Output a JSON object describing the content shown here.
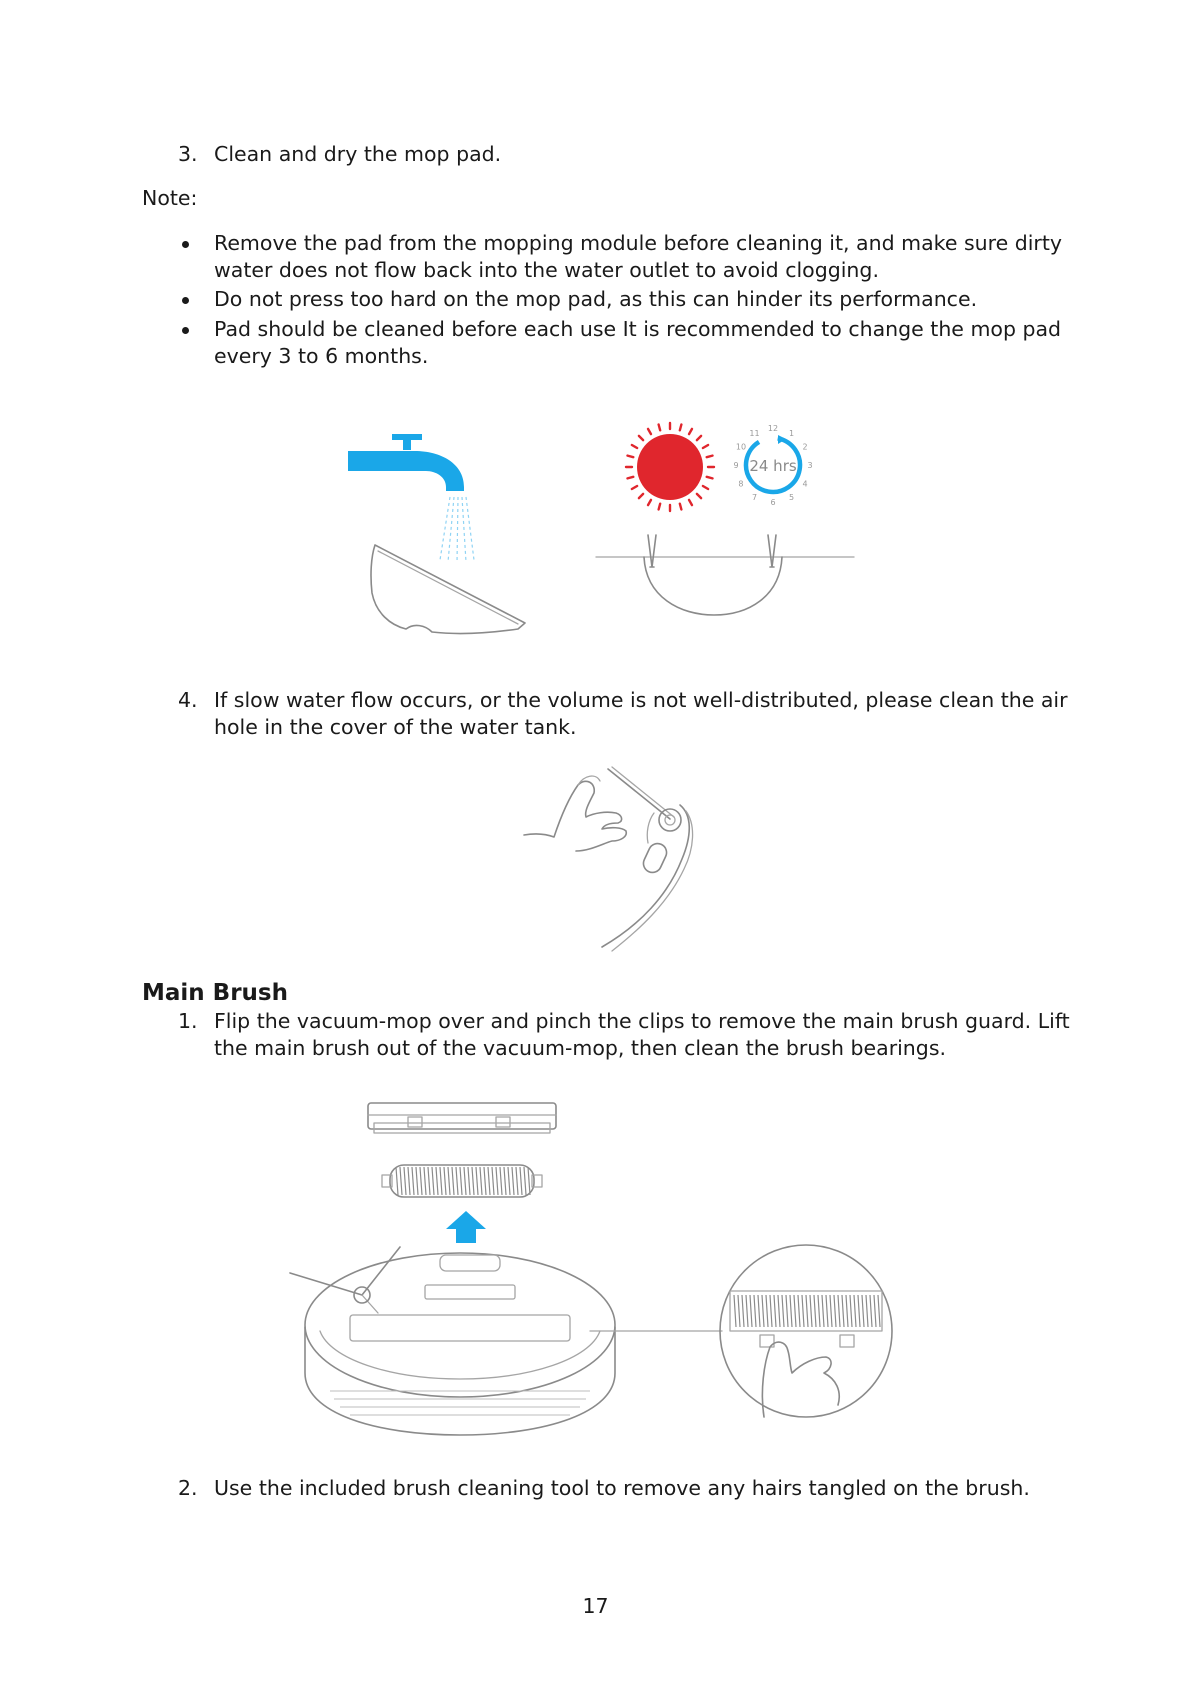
{
  "step3": {
    "number": "3.",
    "text": "Clean and dry the mop pad."
  },
  "note": {
    "label": "Note:",
    "bullets": [
      {
        "line1": "Remove the pad from the mopping module before cleaning it, and make sure dirty",
        "line2": "water does not flow back into the water outlet to avoid clogging."
      },
      {
        "line1": "Do not press too hard on the mop pad, as this can hinder its performance."
      },
      {
        "line1": "Pad should be cleaned before each use It is recommended to change the mop pad",
        "line2": "every 3 to 6 months."
      }
    ]
  },
  "figure1": {
    "clock_label": "24 hrs",
    "clock_numbers": [
      "12",
      "1",
      "2",
      "3",
      "4",
      "5",
      "6",
      "7",
      "8",
      "9",
      "10",
      "11"
    ],
    "accent_color": "#1aa7e8",
    "sun_color": "#e0262d"
  },
  "step4": {
    "number": "4.",
    "line1": "If slow water flow occurs, or the volume is not well-distributed, please clean the air",
    "line2": "hole in the cover of the water tank."
  },
  "main_brush": {
    "heading": "Main Brush",
    "step1": {
      "number": "1.",
      "line1": "Flip the vacuum-mop over and pinch the clips to remove the main brush guard. Lift",
      "line2": "the main brush out of the vacuum-mop, then clean the brush bearings."
    },
    "step2": {
      "number": "2.",
      "text": "Use the included brush cleaning tool to remove any hairs tangled on the brush."
    }
  },
  "page_number": "17"
}
